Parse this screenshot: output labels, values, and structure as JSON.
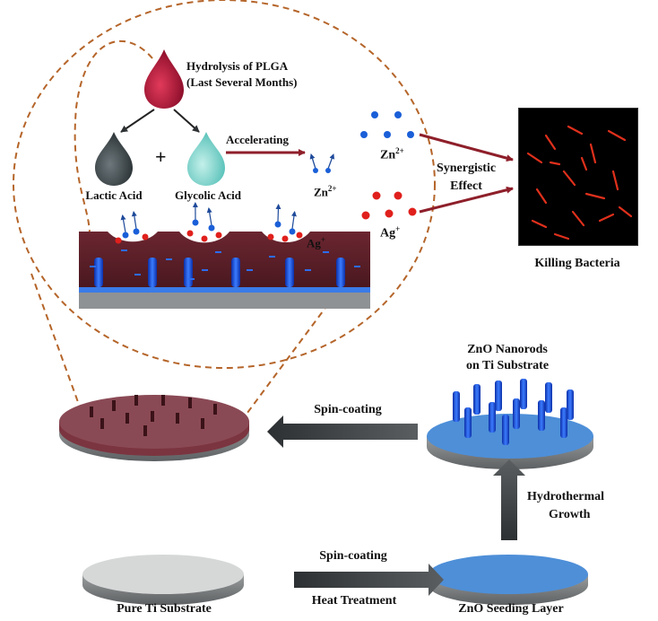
{
  "labels": {
    "hydrolysis_line1": "Hydrolysis of PLGA",
    "hydrolysis_line2": "(Last Several Months)",
    "lactic_acid": "Lactic Acid",
    "glycolic_acid": "Glycolic Acid",
    "plus": "+",
    "accelerating": "Accelerating",
    "zn_ion_small": "Zn",
    "zn_ion_small_charge": "2+",
    "ag_ion_small": "Ag",
    "ag_ion_small_charge": "+",
    "zn_ion": "Zn",
    "zn_ion_charge": "2+",
    "ag_ion": "Ag",
    "ag_ion_charge": "+",
    "synergistic_line1": "Synergistic",
    "synergistic_line2": "Effect",
    "killing_bacteria": "Killing Bacteria",
    "zno_nanorods_line1": "ZnO Nanorods",
    "zno_nanorods_line2": "on Ti Substrate",
    "spin_coating_top": "Spin-coating",
    "hydrothermal_line1": "Hydrothermal",
    "hydrothermal_line2": "Growth",
    "spin_coating_bottom": "Spin-coating",
    "heat_treatment": "Heat Treatment",
    "pure_ti": "Pure Ti Substrate",
    "zno_seeding": "ZnO Seeding Layer"
  },
  "colors": {
    "drop_red": "#b0163a",
    "drop_gray": "#4a5256",
    "drop_cyan": "#7fd6cf",
    "arrow_red": "#8e1f2a",
    "arrow_dark": "#3a3d3f",
    "zn_blue": "#1a5fd8",
    "ag_red": "#e0201c",
    "plga": "#5a1f27",
    "seed_blue": "#4e8fd8",
    "ti_gray": "#cfd1d1",
    "dashed_orange": "#b5652a"
  }
}
